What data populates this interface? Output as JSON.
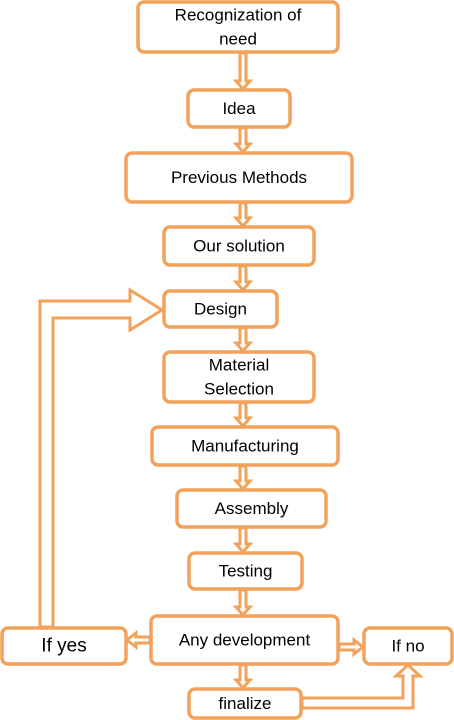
{
  "colors": {
    "stroke": "#f2a25a",
    "fill": "#ffffff",
    "text": "#000000"
  },
  "nodes": [
    {
      "id": "recognition",
      "lines": [
        "Recognization of",
        "need"
      ]
    },
    {
      "id": "idea",
      "lines": [
        "Idea"
      ]
    },
    {
      "id": "previous-methods",
      "lines": [
        "Previous Methods"
      ]
    },
    {
      "id": "our-solution",
      "lines": [
        "Our solution"
      ]
    },
    {
      "id": "design",
      "lines": [
        "Design"
      ]
    },
    {
      "id": "material-selection",
      "lines": [
        "Material",
        "Selection"
      ]
    },
    {
      "id": "manufacturing",
      "lines": [
        "Manufacturing"
      ]
    },
    {
      "id": "assembly",
      "lines": [
        "Assembly"
      ]
    },
    {
      "id": "testing",
      "lines": [
        "Testing"
      ]
    },
    {
      "id": "any-development",
      "lines": [
        "Any development"
      ]
    },
    {
      "id": "if-yes",
      "lines": [
        "If yes"
      ]
    },
    {
      "id": "if-no",
      "lines": [
        "If no"
      ]
    },
    {
      "id": "finalize",
      "lines": [
        "finalize"
      ]
    }
  ],
  "edges": [
    {
      "from": "recognition",
      "to": "idea"
    },
    {
      "from": "idea",
      "to": "previous-methods"
    },
    {
      "from": "previous-methods",
      "to": "our-solution"
    },
    {
      "from": "our-solution",
      "to": "design"
    },
    {
      "from": "design",
      "to": "material-selection"
    },
    {
      "from": "material-selection",
      "to": "manufacturing"
    },
    {
      "from": "manufacturing",
      "to": "assembly"
    },
    {
      "from": "assembly",
      "to": "testing"
    },
    {
      "from": "testing",
      "to": "any-development"
    },
    {
      "from": "any-development",
      "to": "if-yes"
    },
    {
      "from": "any-development",
      "to": "if-no"
    },
    {
      "from": "any-development",
      "to": "finalize"
    },
    {
      "from": "if-yes",
      "to": "design"
    },
    {
      "from": "finalize",
      "to": "if-no"
    }
  ]
}
